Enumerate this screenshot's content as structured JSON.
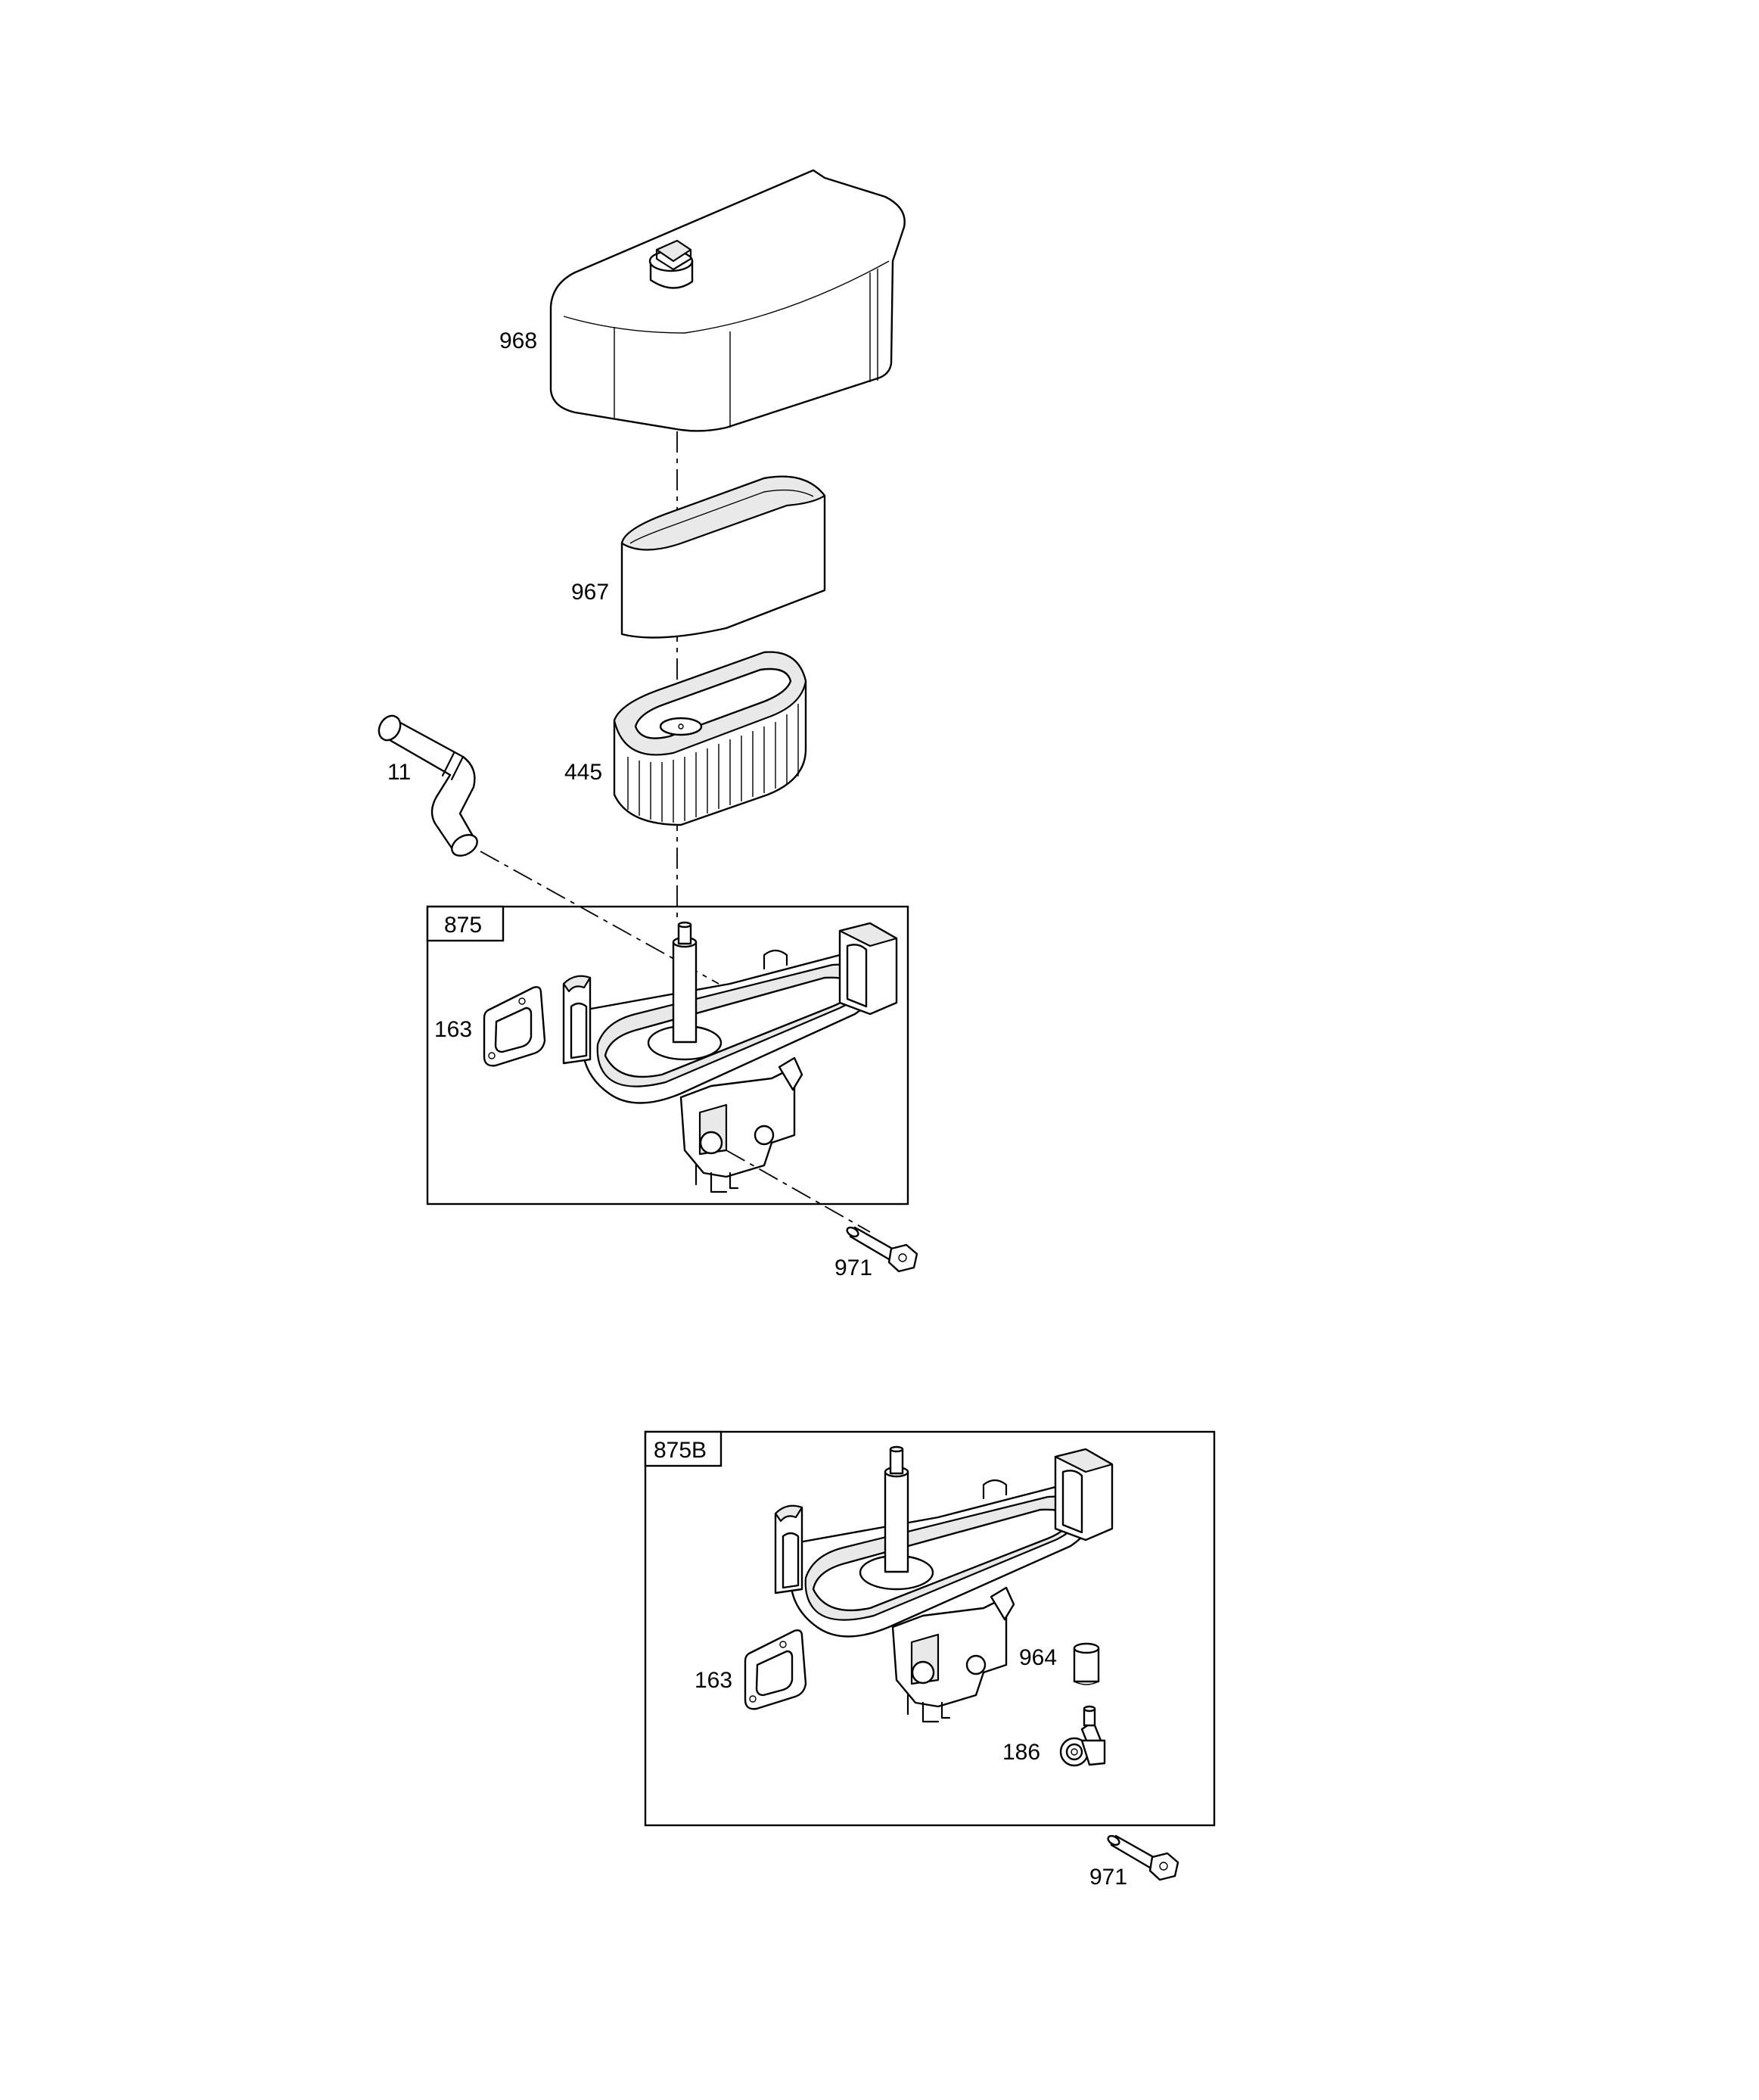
{
  "diagram": {
    "callouts": {
      "cover": "968",
      "precleaner": "967",
      "filter": "445",
      "hose": "11",
      "gasket_a": "163",
      "bolt_a": "971",
      "gasket_b": "163",
      "sleeve": "964",
      "fitting": "186",
      "bolt_b": "971"
    },
    "boxes": {
      "base_a": "875",
      "base_b": "875B"
    }
  }
}
